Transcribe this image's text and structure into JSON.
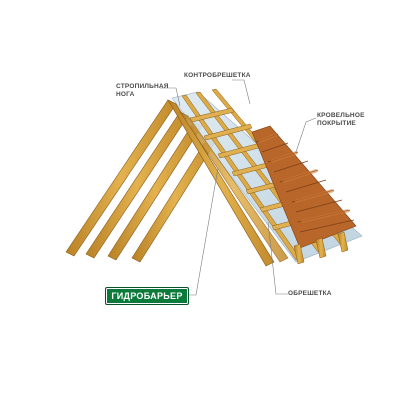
{
  "labels": {
    "rafter": [
      "СТРОПИЛЬНАЯ",
      "НОГА"
    ],
    "counter_batten": "КОНТРОБРЕШЕТКА",
    "roofing": [
      "КРОВЕЛЬНОЕ",
      "ПОКРЫТИЕ"
    ],
    "batten": "ОБРЕШЕТКА"
  },
  "brand": {
    "text": "ГИДРОБАРЬЕР",
    "color": "#0b7a3b"
  },
  "colors": {
    "wood": "#d9a43c",
    "wood_dark": "#a8721c",
    "membrane": "#c9dde9",
    "tile": "#b8662a",
    "tile_dark": "#7e3f15"
  }
}
